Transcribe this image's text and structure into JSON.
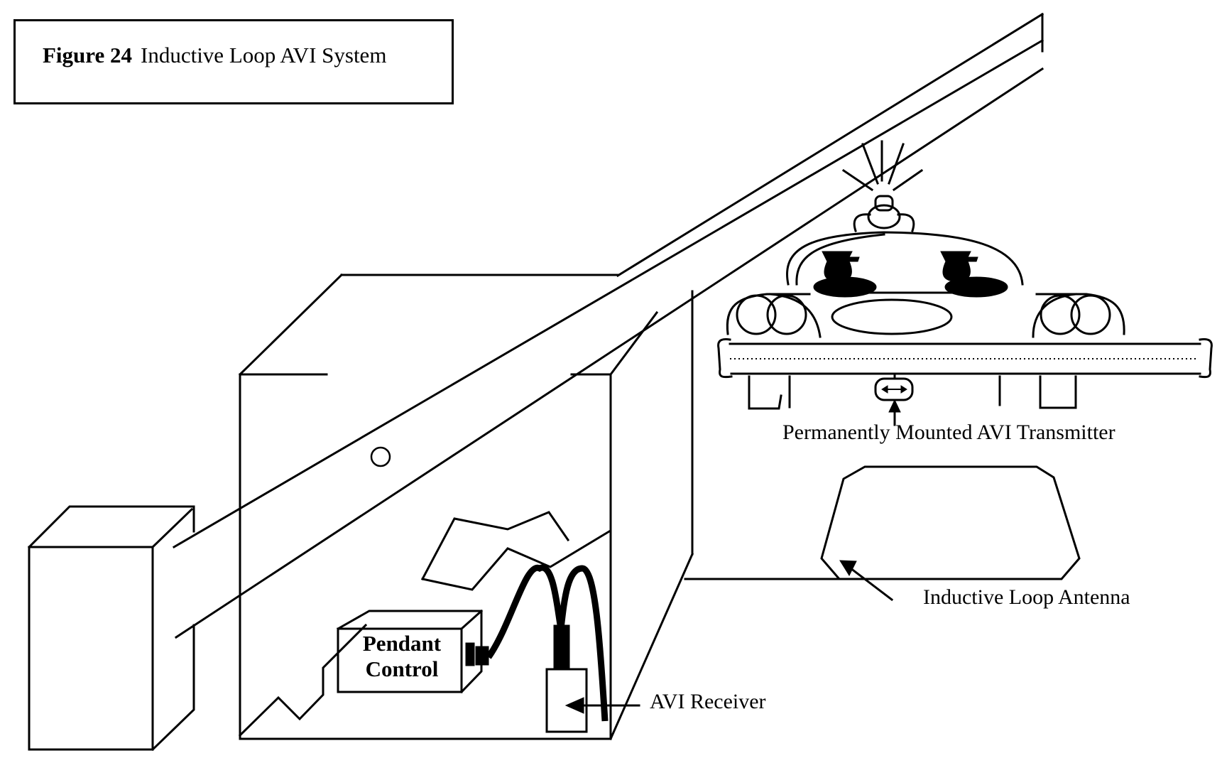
{
  "figure": {
    "number_label": "Figure 24",
    "title": "Inductive Loop AVI System"
  },
  "labels": {
    "transmitter": "Permanently Mounted AVI Transmitter",
    "loop_antenna": "Inductive Loop Antenna",
    "receiver": "AVI Receiver",
    "pendant_line1": "Pendant",
    "pendant_line2": "Control"
  },
  "components": [
    {
      "name": "gate-barrier-arm",
      "description": "Raised gate arm"
    },
    {
      "name": "gate-pedestal",
      "description": "Barrier pedestal box"
    },
    {
      "name": "gate-operator-housing",
      "description": "Gate operator cabinet (cut-away)"
    },
    {
      "name": "pendant-control",
      "description": "Pendant control box"
    },
    {
      "name": "avi-receiver",
      "description": "AVI receiver unit"
    },
    {
      "name": "emergency-vehicle",
      "description": "Vehicle with light bar"
    },
    {
      "name": "avi-transmitter",
      "description": "Under-bumper transmitter"
    },
    {
      "name": "inductive-loop",
      "description": "Loop antenna in roadway"
    }
  ],
  "colors": {
    "ink": "#000000",
    "paper": "#ffffff"
  }
}
